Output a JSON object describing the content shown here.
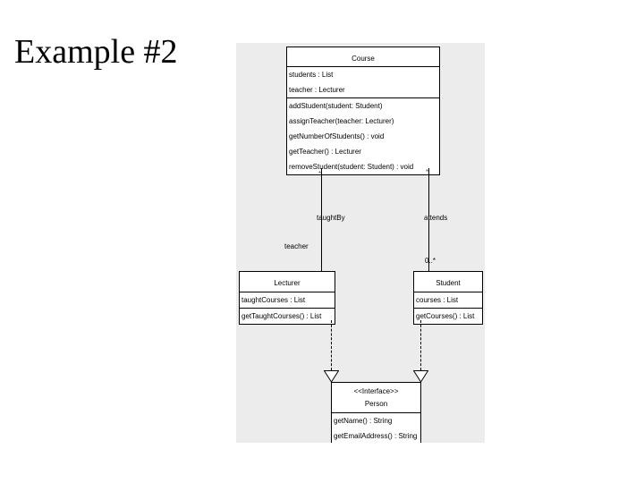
{
  "slide": {
    "title": "Example #2"
  },
  "diagram": {
    "type": "uml-class-diagram",
    "classes": [
      {
        "id": "course",
        "name": "Course",
        "stereotype": "",
        "attributes": [
          "students : List",
          "teacher : Lecturer"
        ],
        "operations": [
          "addStudent(student: Student)",
          "assignTeacher(teacher: Lecturer)",
          "getNumberOfStudents() : void",
          "getTeacher() : Lecturer",
          "removeStudent(student: Student) : void"
        ]
      },
      {
        "id": "lecturer",
        "name": "Lecturer",
        "stereotype": "",
        "attributes": [
          "taughtCourses : List"
        ],
        "operations": [
          "getTaughtCourses() : List"
        ]
      },
      {
        "id": "student",
        "name": "Student",
        "stereotype": "",
        "attributes": [
          "courses : List"
        ],
        "operations": [
          "getCourses() : List"
        ]
      },
      {
        "id": "person",
        "name": "Person",
        "stereotype": "<<Interface>>",
        "attributes": [],
        "operations": [
          "getName() : String",
          "getEmailAddress() : String"
        ]
      }
    ],
    "associations": [
      {
        "id": "course-lecturer",
        "from": "Course",
        "to": "Lecturer",
        "label": "taughtBy",
        "source_multiplicity": "*",
        "target_multiplicity": "",
        "target_role": "teacher"
      },
      {
        "id": "course-student",
        "from": "Course",
        "to": "Student",
        "label": "attends",
        "source_multiplicity": "*",
        "target_multiplicity": "0..*",
        "target_role": ""
      }
    ],
    "realizations": [
      {
        "id": "lecturer-person",
        "from": "Lecturer",
        "to": "Person"
      },
      {
        "id": "student-person",
        "from": "Student",
        "to": "Person"
      }
    ],
    "colors": {
      "canvas_background": "#ececec",
      "class_fill": "#ffffff",
      "stroke": "#000000",
      "slide_background": "#ffffff"
    }
  }
}
